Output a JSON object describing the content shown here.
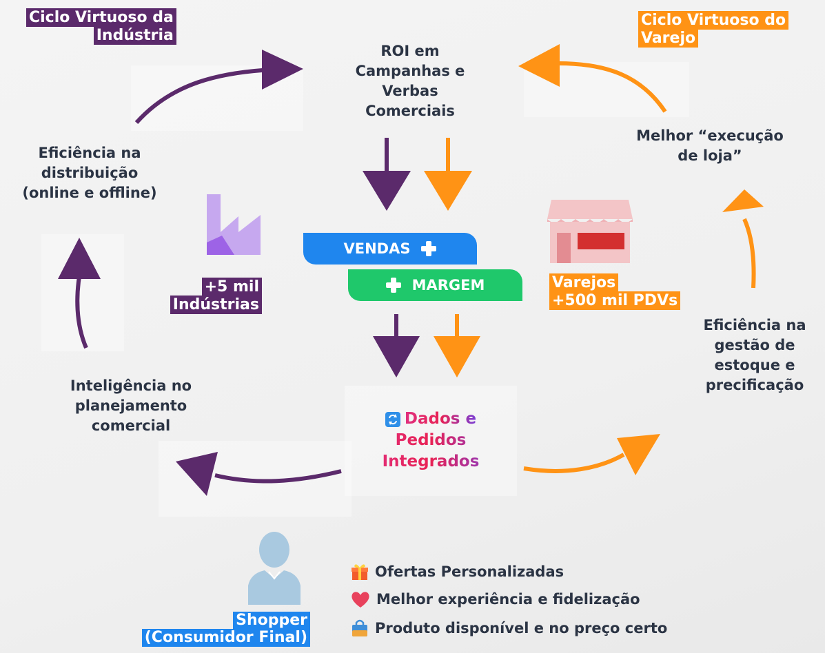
{
  "labels": {
    "industry_cycle_line1": "Ciclo Virtuoso da",
    "industry_cycle_line2": "Indústria",
    "retail_cycle_line1": "Ciclo Virtuoso do",
    "retail_cycle_line2": "Varejo"
  },
  "nodes": {
    "roi": [
      "ROI em",
      "Campanhas e",
      "Verbas",
      "Comerciais"
    ],
    "store_execution": [
      "Melhor “execução",
      "de loja”"
    ],
    "distribution": [
      "Eficiência na",
      "distribuição",
      "(online e offline)"
    ],
    "inventory": [
      "Eficiência na",
      "gestão de",
      "estoque e",
      "precificação"
    ],
    "planning": [
      "Inteligência no",
      "planejamento",
      "comercial"
    ]
  },
  "center": {
    "vendas": "VENDAS",
    "margem": "MARGEM",
    "data_line1": "Dados e",
    "data_line2": "Pedidos",
    "data_line3": "Integrados"
  },
  "industries": {
    "line1": "+5 mil",
    "line2": "Indústrias"
  },
  "retailers": {
    "line1": "Varejos",
    "line2": "+500 mil PDVs"
  },
  "shopper": {
    "line1": "Shopper",
    "line2": "(Consumidor Final)"
  },
  "benefits": [
    "Ofertas Personalizadas",
    "Melhor experiência e fidelização",
    "Produto disponível e no preço certo"
  ],
  "colors": {
    "purple": "#5b2a6b",
    "orange": "#ff9315",
    "blue": "#1f86ee",
    "green": "#1fc86b"
  },
  "icons": [
    "factory-icon",
    "store-icon",
    "sync-icon",
    "person-icon",
    "gift-icon",
    "heart-icon",
    "shopping-bag-icon"
  ]
}
